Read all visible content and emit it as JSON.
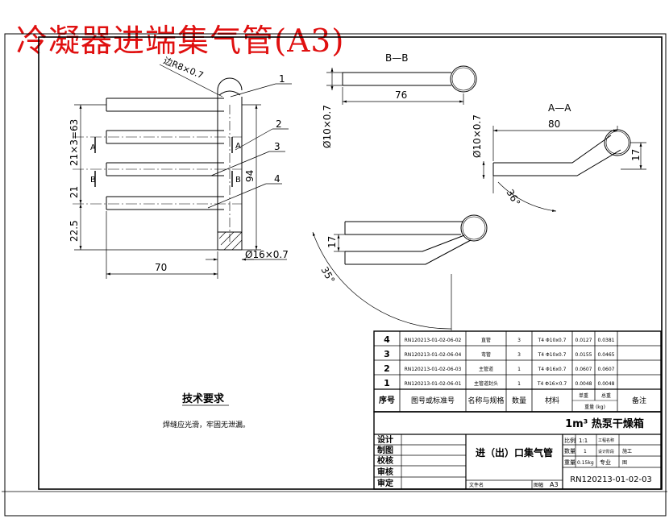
{
  "title": "冷凝器进端集气管(A3)",
  "main_view": {
    "chamfer_note": "边R8×0.7",
    "balloons": [
      "1",
      "2",
      "3",
      "4"
    ],
    "dim_pitch": "21×3=63",
    "dim_21": "21",
    "dim_22_5": "22.5",
    "dim_94": "94",
    "dim_70": "70",
    "dim_pipe": "Ø16×0.7",
    "section_a": "A",
    "section_b": "B"
  },
  "section_bb": {
    "label": "B—B",
    "dim_76": "76",
    "dim_tube": "Ø10×0.7"
  },
  "section_aa": {
    "label": "A—A",
    "dim_80": "80",
    "dim_tube": "Ø10×0.7",
    "dim_17": "17",
    "dim_angle": "36°"
  },
  "lower_view": {
    "dim_17": "17",
    "dim_angle": "35°"
  },
  "tech_requirements": {
    "heading": "技术要求",
    "text": "焊缝应光滑，牢固无泄漏。"
  },
  "bom": {
    "rows": [
      {
        "no": "4",
        "code": "RN120213-01-02-06-02",
        "name": "直管",
        "qty": "3",
        "material": "T4 Φ10x0.7",
        "unit": "0.0127",
        "total": "0.0381"
      },
      {
        "no": "3",
        "code": "RN120213-01-02-06-04",
        "name": "弯管",
        "qty": "3",
        "material": "T4 Φ10x0.7",
        "unit": "0.0155",
        "total": "0.0465"
      },
      {
        "no": "2",
        "code": "RN120213-01-02-06-03",
        "name": "主管道",
        "qty": "1",
        "material": "T4 Φ16x0.7",
        "unit": "0.0607",
        "total": "0.0607"
      },
      {
        "no": "1",
        "code": "RN120213-01-02-06-01",
        "name": "主管道封头",
        "qty": "1",
        "material": "T4 Φ16×0.7",
        "unit": "0.0048",
        "total": "0.0048"
      }
    ],
    "headers": {
      "no": "序号",
      "code": "图号或标准号",
      "name": "名称与规格",
      "qty": "数量",
      "material": "材料",
      "unit": "单重",
      "total": "总重",
      "weight": "重量 (kg)",
      "remark": "备注"
    }
  },
  "title_block": {
    "product": "1m³ 热泵干燥箱",
    "roles": [
      "设计",
      "制图",
      "校核",
      "审核",
      "审定"
    ],
    "part_name": "进（出）口集气管",
    "scale_label": "比例",
    "scale": "1:1",
    "field_a": "工程名称",
    "qty_label": "数量",
    "qty": "1",
    "stage_label": "设计阶段",
    "stage": "施工",
    "weight_label": "重量",
    "weight": "0.15kg",
    "prof_label": "专业",
    "prof": "图",
    "file_label": "文件名",
    "sheet_label": "图幅",
    "sheet": "A3",
    "drawing_no": "RN120213-01-02-03"
  }
}
